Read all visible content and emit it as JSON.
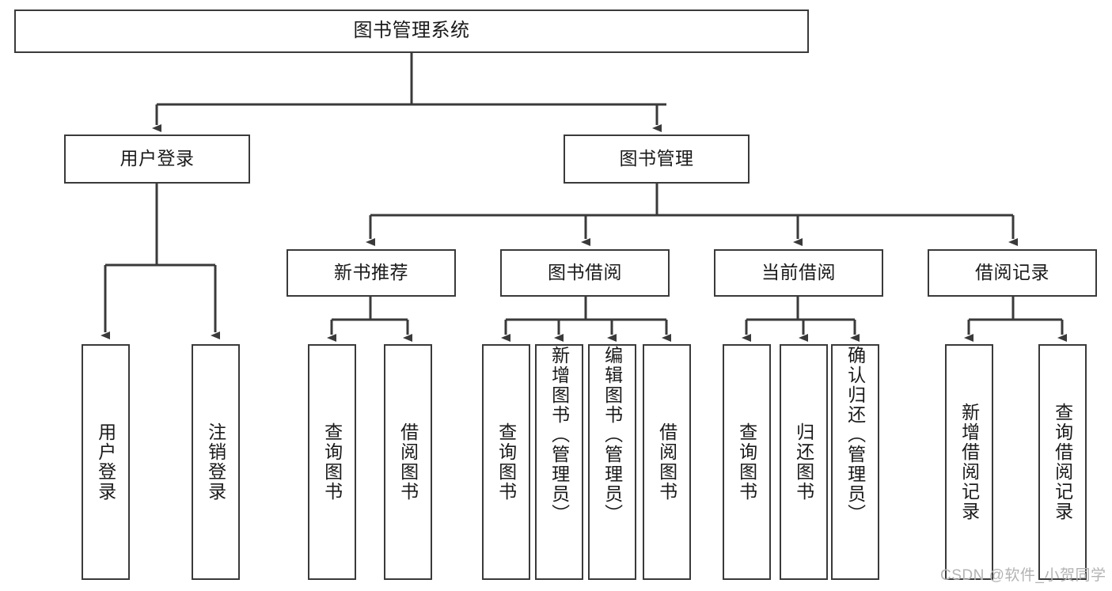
{
  "diagram": {
    "title": "图书管理系统",
    "type": "tree-hierarchy",
    "root": {
      "label": "图书管理系统"
    },
    "level2": [
      {
        "label": "用户登录"
      },
      {
        "label": "图书管理"
      }
    ],
    "level3": [
      {
        "label": "新书推荐"
      },
      {
        "label": "图书借阅"
      },
      {
        "label": "当前借阅"
      },
      {
        "label": "借阅记录"
      }
    ],
    "leaves": {
      "user_login": [
        {
          "label": "用户登录"
        },
        {
          "label": "注销登录"
        }
      ],
      "new_book_recommend": [
        {
          "label": "查询图书"
        },
        {
          "label": "借阅图书"
        }
      ],
      "book_borrow": [
        {
          "label": "查询图书"
        },
        {
          "label": "新增图书（管理员）"
        },
        {
          "label": "编辑图书（管理员）"
        },
        {
          "label": "借阅图书"
        }
      ],
      "current_borrow": [
        {
          "label": "查询图书"
        },
        {
          "label": "归还图书"
        },
        {
          "label": "确认归还（管理员）"
        }
      ],
      "borrow_record": [
        {
          "label": "新增借阅记录"
        },
        {
          "label": "查询借阅记录"
        }
      ]
    }
  },
  "watermark": {
    "text": "CSDN @软件_小贺同学"
  },
  "colors": {
    "stroke": "#3a3a3a",
    "background": "#ffffff",
    "text": "#1a1a1a",
    "watermark": "#b3b3b3"
  }
}
